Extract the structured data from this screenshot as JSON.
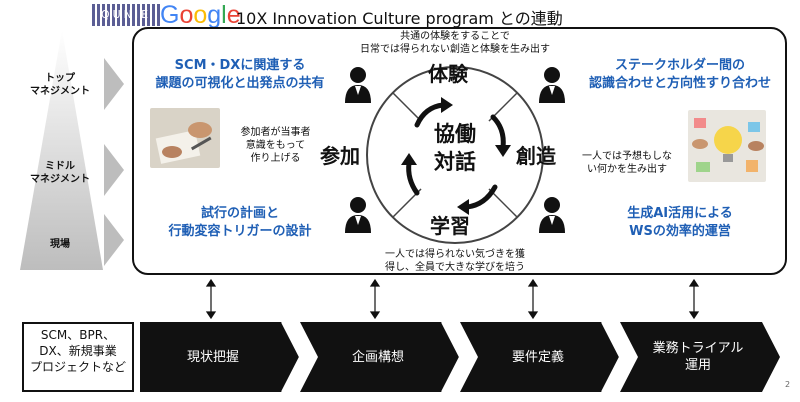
{
  "header": {
    "logo_text": "QUNIE",
    "google_letters": [
      {
        "ch": "G",
        "color": "#4285F4"
      },
      {
        "ch": "o",
        "color": "#EA4335"
      },
      {
        "ch": "o",
        "color": "#FBBC05"
      },
      {
        "ch": "g",
        "color": "#4285F4"
      },
      {
        "ch": "l",
        "color": "#34A853"
      },
      {
        "ch": "e",
        "color": "#EA4335"
      }
    ],
    "title": "10X Innovation Culture program との連動"
  },
  "levels": [
    "トップ\nマネジメント",
    "ミドル\nマネジメント",
    "現場"
  ],
  "cycle": {
    "top_note": "共通の体験をすることで\n日常では得られない創造と体験を生み出す",
    "bottom_note": "一人では得られない気づきを獲\n得し、全員で大きな学びを培う",
    "segments": {
      "top": "体験",
      "right": "創造",
      "bottom": "学習",
      "left": "参加"
    },
    "center": "協働\n対話"
  },
  "left_panel": {
    "heading": "SCM・DXに関連する\n課題の可視化と出発点の共有",
    "note": "参加者が当事者\n意識をもって\n作り上げる",
    "heading2": "試行の計画と\n行動変容トリガーの設計"
  },
  "right_panel": {
    "heading": "ステークホルダー間の\n認識合わせと方向性すり合わせ",
    "note": "一人では予想もしな\nい何かを生み出す",
    "heading2": "生成AI活用による\nWSの効率的運営"
  },
  "bottom": {
    "tag": "SCM、BPR、\nDX、新規事業\nプロジェクトなど",
    "steps": [
      "現状把握",
      "企画構想",
      "要件定義",
      "業務トライアル\n運用"
    ]
  },
  "page_number": "2"
}
